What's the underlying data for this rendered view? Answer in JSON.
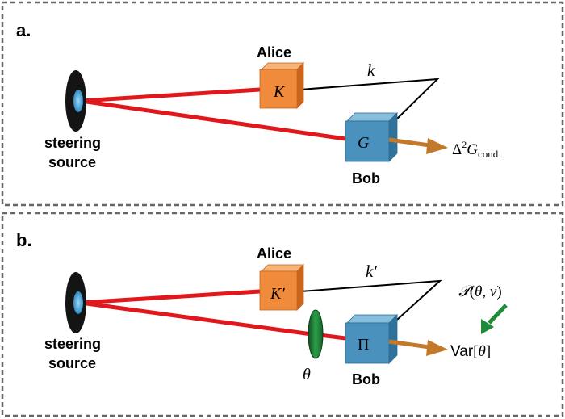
{
  "colors": {
    "laser": "#e0171b",
    "alice_box": "#f08b3c",
    "bob_box": "#4a92bd",
    "arrow": "#c27a2a",
    "green_arrow": "#1f8a3a",
    "phase_plate": "#1f7a34",
    "source": "#141414",
    "source_core": "#58b4e6",
    "frame_border": "#666666"
  },
  "panel_a": {
    "label": "a.",
    "alice": "Alice",
    "bob": "Bob",
    "source_line1": "steering",
    "source_line2": "source",
    "alice_symbol": "K",
    "bob_symbol": "G",
    "link_label": "k",
    "output": {
      "base": "Δ",
      "sup": "2",
      "main": "G",
      "sub": "cond"
    }
  },
  "panel_b": {
    "label": "b.",
    "alice": "Alice",
    "bob": "Bob",
    "source_line1": "steering",
    "source_line2": "source",
    "alice_symbol": "K′",
    "bob_symbol": "Π",
    "link_label": "k′",
    "phase_label": "θ",
    "output": {
      "prefix": "Var",
      "bracket_open": "[",
      "var": "θ",
      "bracket_close": "]"
    },
    "prior": {
      "script_p": "𝒫",
      "open": "(",
      "theta": "θ",
      "comma": ", ",
      "nu": "ν",
      "close": ")"
    }
  }
}
